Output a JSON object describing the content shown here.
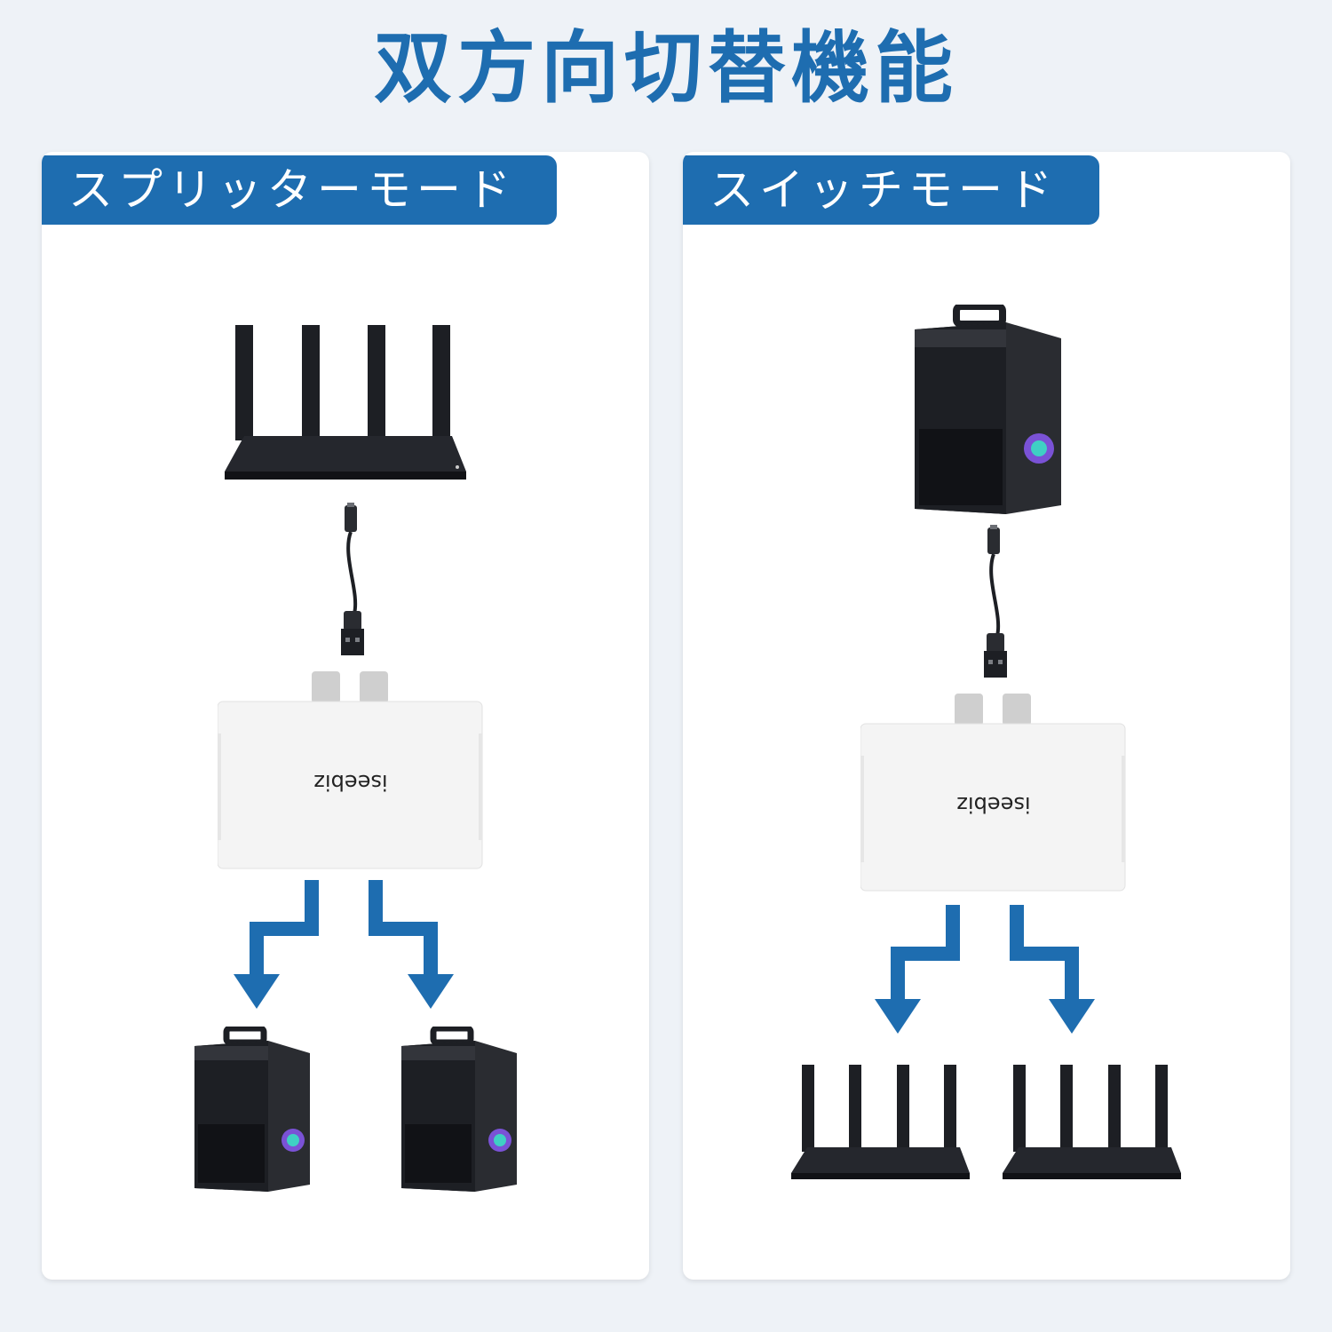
{
  "heading": "双方向切替機能",
  "colors": {
    "accent": "#1e6db0",
    "background": "#eef2f7",
    "panel": "#ffffff",
    "device_dark": "#1d1f24",
    "switch_body": "#f4f4f4"
  },
  "left_panel": {
    "label": "スプリッターモード",
    "top_device": "router-icon",
    "middle_device": "usb-switch",
    "middle_brand": "iseebiz",
    "bottom_devices": [
      "pc-tower-icon",
      "pc-tower-icon"
    ]
  },
  "right_panel": {
    "label": "スイッチモード",
    "top_device": "pc-tower-icon",
    "middle_device": "usb-switch",
    "middle_brand": "iseebiz",
    "bottom_devices": [
      "router-icon",
      "router-icon"
    ]
  }
}
